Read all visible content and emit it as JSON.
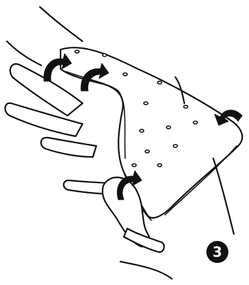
{
  "figure": {
    "step_number": "3",
    "icons": [
      "hand-illustration",
      "splint-sheet-illustration",
      "curved-arrow-icon"
    ],
    "colors": {
      "ink": "#111111",
      "paper": "#ffffff"
    }
  }
}
